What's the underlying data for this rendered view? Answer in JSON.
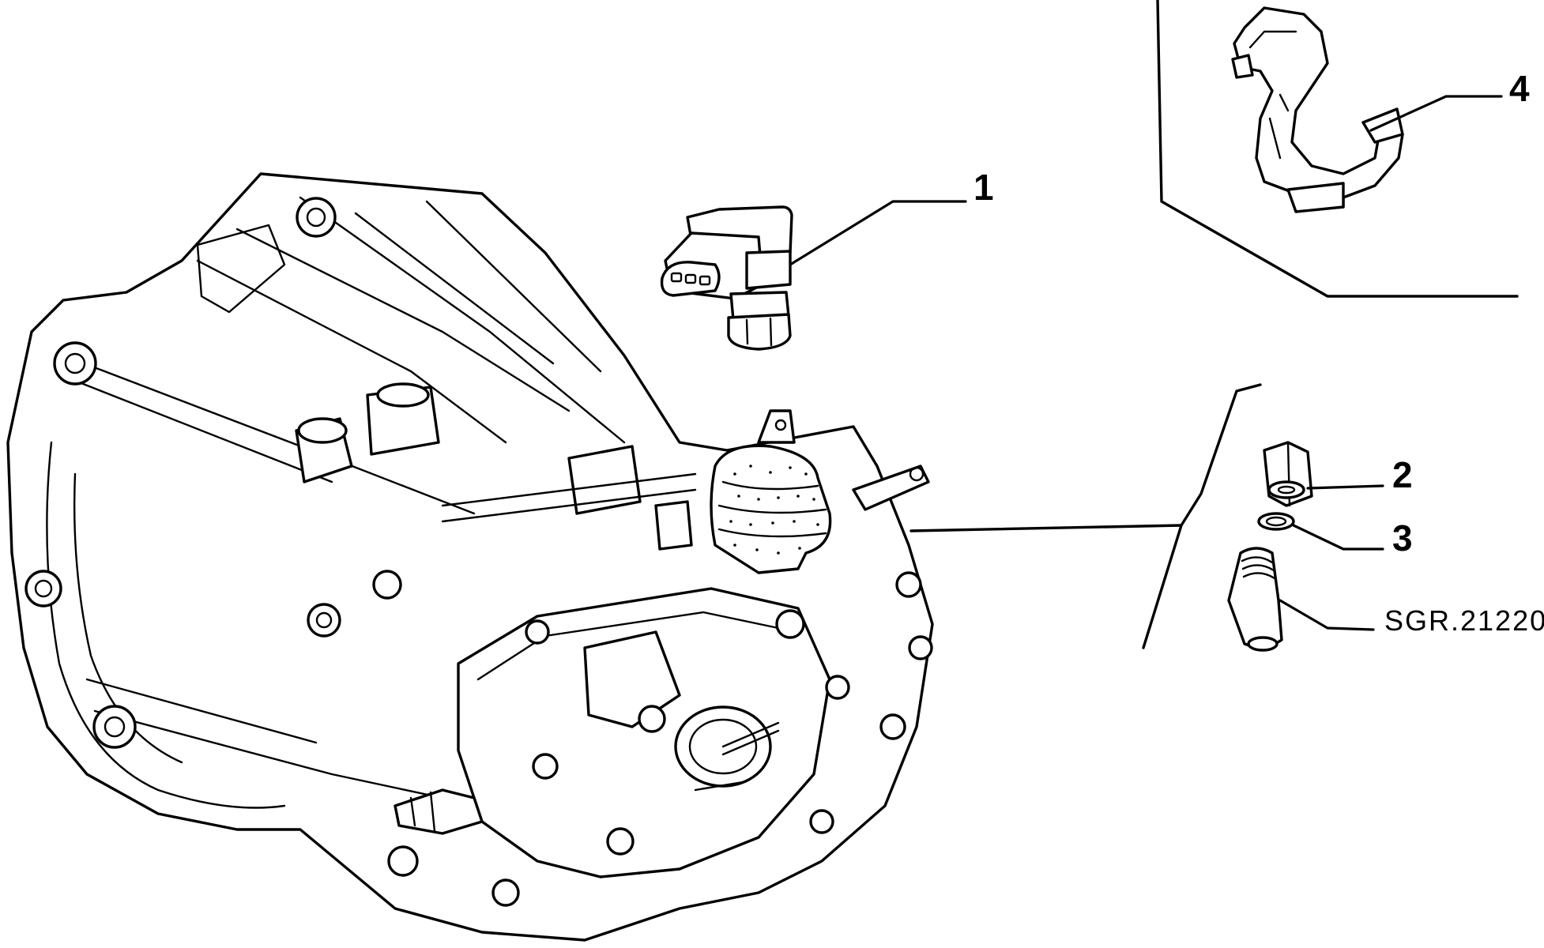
{
  "diagram": {
    "callouts": [
      {
        "id": "1",
        "label": "1"
      },
      {
        "id": "2",
        "label": "2"
      },
      {
        "id": "3",
        "label": "3"
      },
      {
        "id": "4",
        "label": "4"
      }
    ],
    "reference_code": "SGR.21220"
  }
}
